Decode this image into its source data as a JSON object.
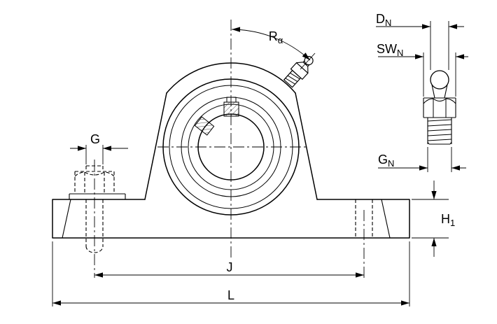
{
  "figure": {
    "type": "technical-dimension-drawing",
    "subject": "pillow block bearing unit with grease nipple detail"
  },
  "dimension_labels": {
    "r_alpha": {
      "base": "R",
      "sub": "α"
    },
    "g": {
      "base": "G",
      "sub": ""
    },
    "j": {
      "base": "J",
      "sub": ""
    },
    "l": {
      "base": "L",
      "sub": ""
    },
    "h1": {
      "base": "H",
      "sub": "1"
    },
    "dn": {
      "base": "D",
      "sub": "N"
    },
    "swn": {
      "base": "SW",
      "sub": "N"
    },
    "gn": {
      "base": "G",
      "sub": "N"
    }
  },
  "colors": {
    "line": "#000000",
    "background": "#ffffff",
    "shaft_fill": "#e8eae6"
  }
}
